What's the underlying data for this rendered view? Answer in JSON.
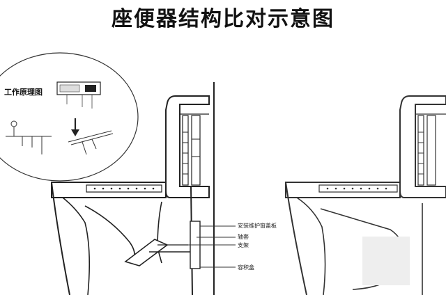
{
  "title": "座便器结构比对示意图",
  "inset": {
    "title": "工作原理图"
  },
  "callouts": [
    "安装维护窗盖板",
    "轴套",
    "支架",
    "容积盒"
  ]
}
